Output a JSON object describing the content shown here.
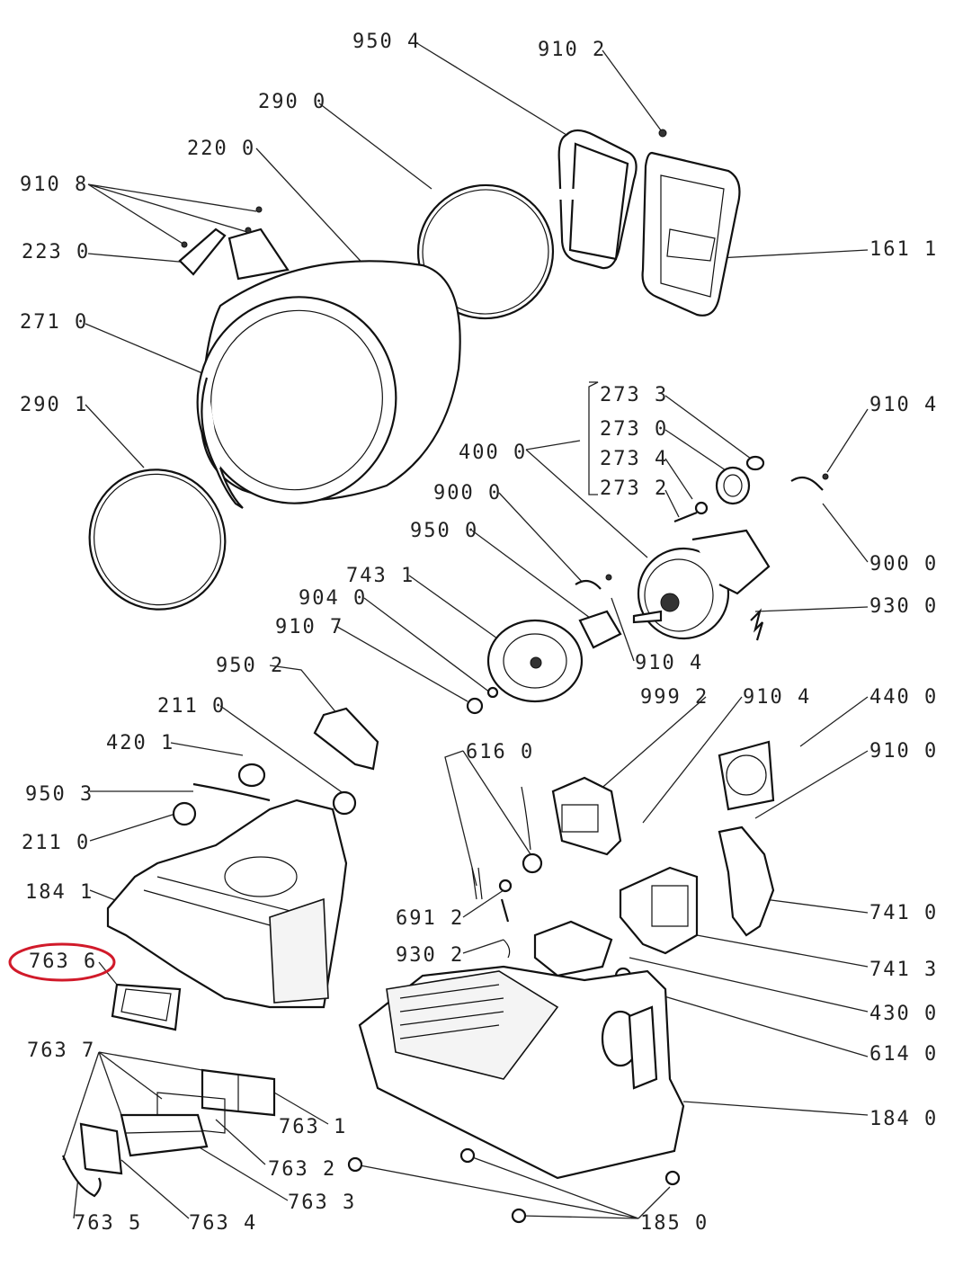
{
  "highlight_color": "#d11a2a",
  "labels": {
    "l9504": "950 4",
    "l9102": "910 2",
    "l2900": "290 0",
    "l2200": "220 0",
    "l9108": "910 8",
    "l2230": "223 0",
    "l1611": "161 1",
    "l2710": "271 0",
    "l2733": "273 3",
    "l9104a": "910 4",
    "l2730": "273 0",
    "l2901": "290 1",
    "l4000": "400 0",
    "l2734": "273 4",
    "l2732": "273 2",
    "l9000a": "900 0",
    "l9500": "950 0",
    "l9000b": "900 0",
    "l7431": "743 1",
    "l9300a": "930 0",
    "l9040": "904 0",
    "l9107": "910 7",
    "l9104b": "910 4",
    "l9502": "950 2",
    "l9992": "999 2",
    "l9104c": "910 4",
    "l4400": "440 0",
    "l2110a": "211 0",
    "l4201": "420 1",
    "l6160": "616 0",
    "l9100": "910 0",
    "l9503": "950 3",
    "l2110b": "211 0",
    "l1841": "184 1",
    "l7410": "741 0",
    "l6912": "691 2",
    "l7636": "763 6",
    "l9302": "930 2",
    "l7413": "741 3",
    "l4300": "430 0",
    "l6140": "614 0",
    "l7637": "763 7",
    "l1840": "184 0",
    "l7631": "763 1",
    "l7632": "763 2",
    "l7633": "763 3",
    "l7635": "763 5",
    "l7634": "763 4",
    "l1850": "185 0"
  }
}
